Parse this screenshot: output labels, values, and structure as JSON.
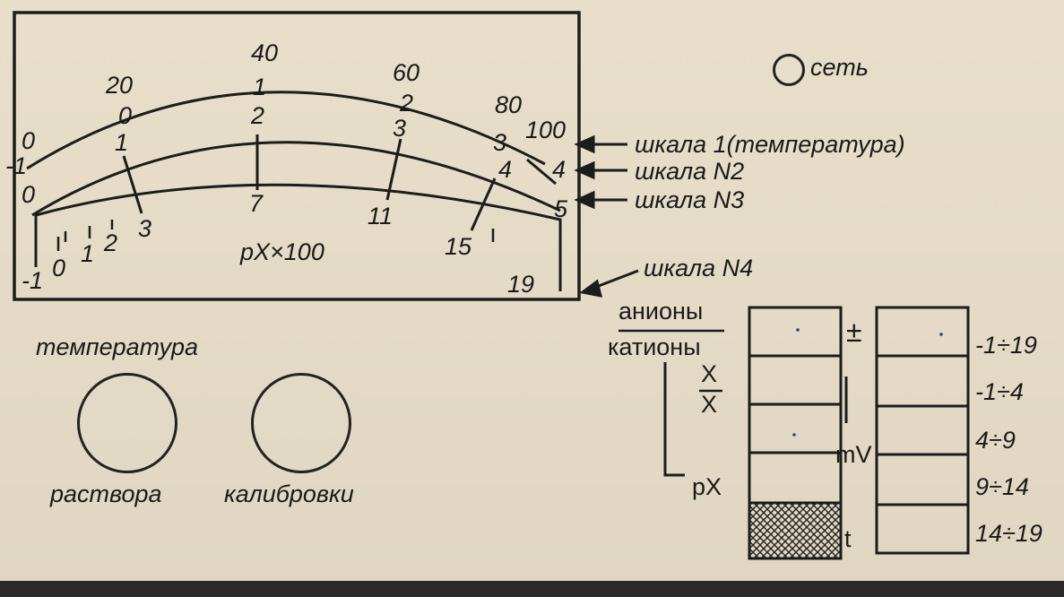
{
  "meter": {
    "scale1": {
      "left": "0",
      "m0": "20",
      "m1": "40",
      "m2": "60",
      "m3": "80",
      "right": "100"
    },
    "scale2": {
      "left": "-1",
      "m0": "0",
      "m1": "1",
      "m2": "2",
      "m3": "3",
      "right": "4"
    },
    "scale3": {
      "left": "0",
      "m1": "1",
      "m2": "2",
      "m3": "3",
      "m4": "4",
      "right": "5"
    },
    "scale4": {
      "n_1": "-1",
      "n0": "0",
      "n1": "1",
      "n2": "2",
      "n3": "3",
      "n7": "7",
      "n11": "11",
      "n15": "15",
      "n19": "19"
    },
    "unit_label": "pX×100"
  },
  "labels": {
    "scale1": "шкала  1(температура)",
    "scale2": "шкала  N2",
    "scale3": "шкала  N3",
    "scale4": "шкала  N4",
    "power": "сеть"
  },
  "knobs": {
    "heading": "температура",
    "solution": "раствора",
    "calibration": "калибровки"
  },
  "mode_panel": {
    "anions": "анионы",
    "cations": "катионы",
    "x_over_x_top": "X",
    "x_over_x_bottom": "X",
    "px": "pX",
    "plus_minus": "±",
    "bar": "|",
    "mv": "mV",
    "t": "t"
  },
  "range_panel": {
    "ranges": [
      "-1÷19",
      "-1÷4",
      "4÷9",
      "9÷14",
      "14÷19"
    ]
  }
}
